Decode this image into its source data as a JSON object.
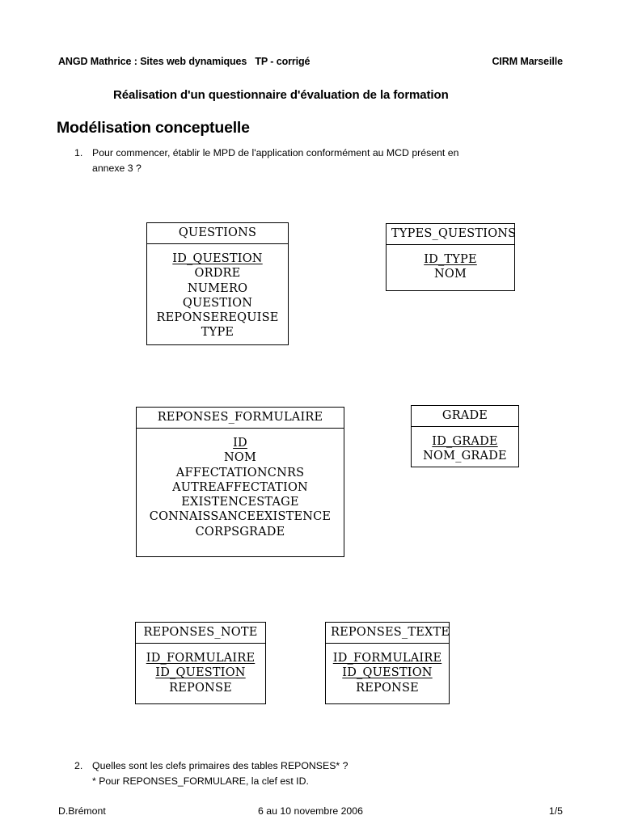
{
  "header": {
    "left": "ANGD Mathrice : Sites web dynamiques   TP - corrigé",
    "right": "CIRM Marseille"
  },
  "subtitle": "Réalisation d'un questionnaire d'évaluation de la formation",
  "section_title": "Modélisation conceptuelle",
  "items": [
    {
      "number": "1.",
      "line1": "Pour commencer, établir le MPD de l'application conformément au MCD présent en",
      "line2": "annexe 3 ?"
    },
    {
      "number": "2.",
      "line1": "Quelles sont les clefs primaires des tables REPONSES* ?",
      "line2": "* Pour REPONSES_FORMULARE, la clef est ID."
    }
  ],
  "entities": [
    {
      "name": "QUESTIONS",
      "fields": [
        {
          "label": "ID_QUESTION",
          "key": true
        },
        {
          "label": "ORDRE",
          "key": false
        },
        {
          "label": "NUMERO",
          "key": false
        },
        {
          "label": "QUESTION",
          "key": false
        },
        {
          "label": "REPONSEREQUISE",
          "key": false
        },
        {
          "label": "TYPE",
          "key": false
        }
      ]
    },
    {
      "name": "TYPES_QUESTIONS",
      "fields": [
        {
          "label": "ID_TYPE",
          "key": true
        },
        {
          "label": "NOM",
          "key": false
        }
      ]
    },
    {
      "name": "REPONSES_FORMULAIRE",
      "fields": [
        {
          "label": "ID",
          "key": true
        },
        {
          "label": "NOM",
          "key": false
        },
        {
          "label": "AFFECTATIONCNRS",
          "key": false
        },
        {
          "label": "AUTREAFFECTATION",
          "key": false
        },
        {
          "label": "EXISTENCESTAGE",
          "key": false
        },
        {
          "label": "CONNAISSANCEEXISTENCE",
          "key": false
        },
        {
          "label": "CORPSGRADE",
          "key": false
        }
      ]
    },
    {
      "name": "GRADE",
      "fields": [
        {
          "label": "ID_GRADE",
          "key": true
        },
        {
          "label": "NOM_GRADE",
          "key": false
        }
      ]
    },
    {
      "name": "REPONSES_NOTE",
      "fields": [
        {
          "label": "ID_FORMULAIRE",
          "key": true
        },
        {
          "label": "ID_QUESTION",
          "key": true
        },
        {
          "label": "REPONSE",
          "key": false
        }
      ]
    },
    {
      "name": "REPONSES_TEXTE",
      "fields": [
        {
          "label": "ID_FORMULAIRE",
          "key": true
        },
        {
          "label": "ID_QUESTION",
          "key": true
        },
        {
          "label": "REPONSE",
          "key": false
        }
      ]
    }
  ],
  "footer": {
    "author": "D.Brémont",
    "date": "6 au 10 novembre 2006",
    "page": "1/5"
  }
}
